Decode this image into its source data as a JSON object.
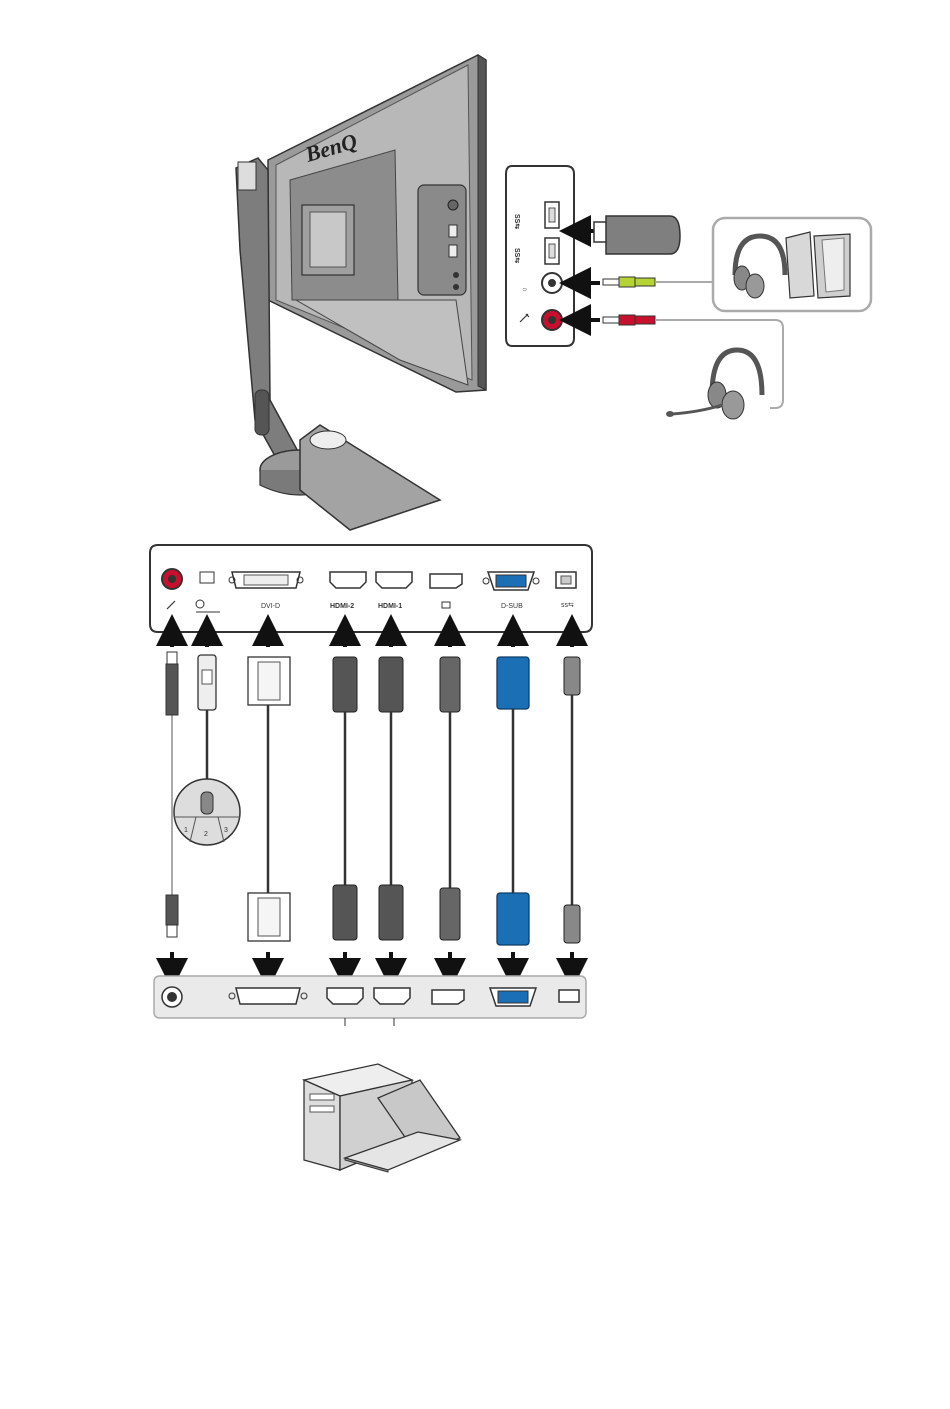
{
  "monitor": {
    "brand": "BenQ"
  },
  "side_panel": {
    "usb_labels": [
      "SS⇆",
      "SS⇆"
    ],
    "headphone_symbol": "∩"
  },
  "bottom_panel": {
    "port_labels": [
      "DVI-D",
      "HDMI-2",
      "HDMI-1",
      "D-SUB"
    ]
  },
  "controller": {
    "buttons": [
      "1",
      "2",
      "3"
    ]
  },
  "colors": {
    "outline": "#333333",
    "panel_fill": "#f2f2f2",
    "monitor_grey": "#a9a9a9",
    "vga_blue": "#1a6fb5",
    "audio_green": "#b5d334",
    "mic_red": "#c8102e",
    "arrow_black": "#111111"
  }
}
